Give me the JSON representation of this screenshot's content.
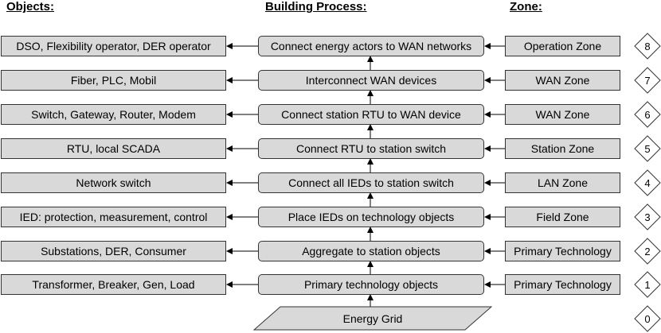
{
  "headers": {
    "objects": "Objects:",
    "process": "Building Process:",
    "zone": "Zone:"
  },
  "rows": [
    {
      "num": "8",
      "object": "DSO, Flexibility operator, DER operator",
      "process": "Connect energy actors to WAN networks",
      "zone": "Operation Zone"
    },
    {
      "num": "7",
      "object": "Fiber, PLC, Mobil",
      "process": "Interconnect WAN devices",
      "zone": "WAN Zone"
    },
    {
      "num": "6",
      "object": "Switch, Gateway, Router, Modem",
      "process": "Connect station RTU to WAN device",
      "zone": "WAN Zone"
    },
    {
      "num": "5",
      "object": "RTU, local SCADA",
      "process": "Connect RTU to station switch",
      "zone": "Station Zone"
    },
    {
      "num": "4",
      "object": "Network switch",
      "process": "Connect all IEDs to station switch",
      "zone": "LAN Zone"
    },
    {
      "num": "3",
      "object": "IED: protection, measurement, control",
      "process": "Place IEDs on technology objects",
      "zone": "Field Zone"
    },
    {
      "num": "2",
      "object": "Substations, DER, Consumer",
      "process": "Aggregate to station objects",
      "zone": "Primary Technology"
    },
    {
      "num": "1",
      "object": "Transformer, Breaker, Gen, Load",
      "process": "Primary technology objects",
      "zone": "Primary Technology"
    }
  ],
  "base": {
    "label": "Energy Grid",
    "num": "0"
  },
  "colors": {
    "box_fill": "#d9d9d9",
    "border": "#333333"
  }
}
